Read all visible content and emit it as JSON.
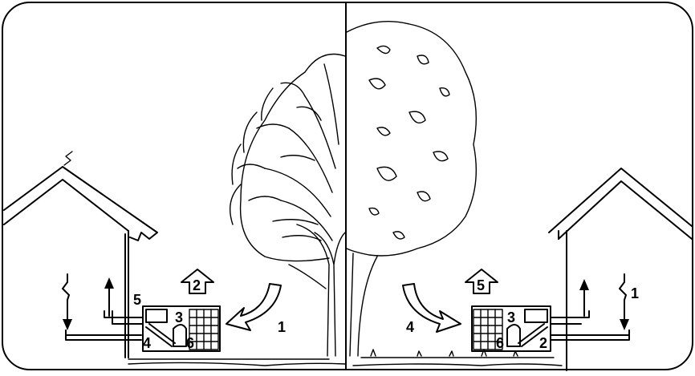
{
  "labels": {
    "left": {
      "arrow_1": "1",
      "arrow_up_2": "2",
      "unit_3": "3",
      "unit_4": "4",
      "unit_5": "5",
      "unit_6": "6"
    },
    "right": {
      "arrow_1": "1",
      "arrow_4": "4",
      "arrow_up_5": "5",
      "unit_3": "3",
      "unit_2": "2",
      "unit_6": "6"
    }
  }
}
